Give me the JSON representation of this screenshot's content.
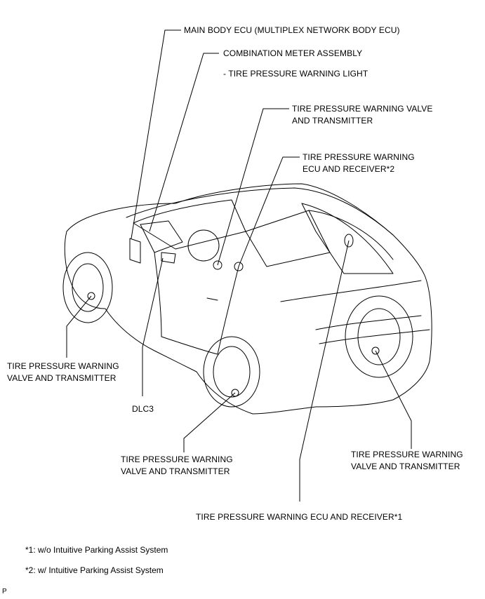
{
  "labels": {
    "main_body_ecu": "MAIN BODY ECU (MULTIPLEX NETWORK BODY ECU)",
    "combination_meter": "COMBINATION METER ASSEMBLY",
    "warning_light": "- TIRE PRESSURE WARNING LIGHT",
    "valve_top_line1": "TIRE PRESSURE WARNING VALVE",
    "valve_top_line2": "AND TRANSMITTER",
    "ecu_receiver2_line1": "TIRE PRESSURE WARNING",
    "ecu_receiver2_line2": "ECU AND RECEIVER*2",
    "valve_left_line1": "TIRE PRESSURE WARNING",
    "valve_left_line2": "VALVE AND TRANSMITTER",
    "dlc3": "DLC3",
    "valve_front_line1": "TIRE PRESSURE WARNING",
    "valve_front_line2": "VALVE AND TRANSMITTER",
    "valve_rear_line1": "TIRE PRESSURE WARNING",
    "valve_rear_line2": "VALVE AND TRANSMITTER",
    "ecu_receiver1": "TIRE PRESSURE WARNING ECU AND RECEIVER*1"
  },
  "footnotes": {
    "note1": "*1: w/o Intuitive Parking Assist System",
    "note2": "*2: w/ Intuitive Parking Assist System"
  },
  "corner_mark": "P"
}
